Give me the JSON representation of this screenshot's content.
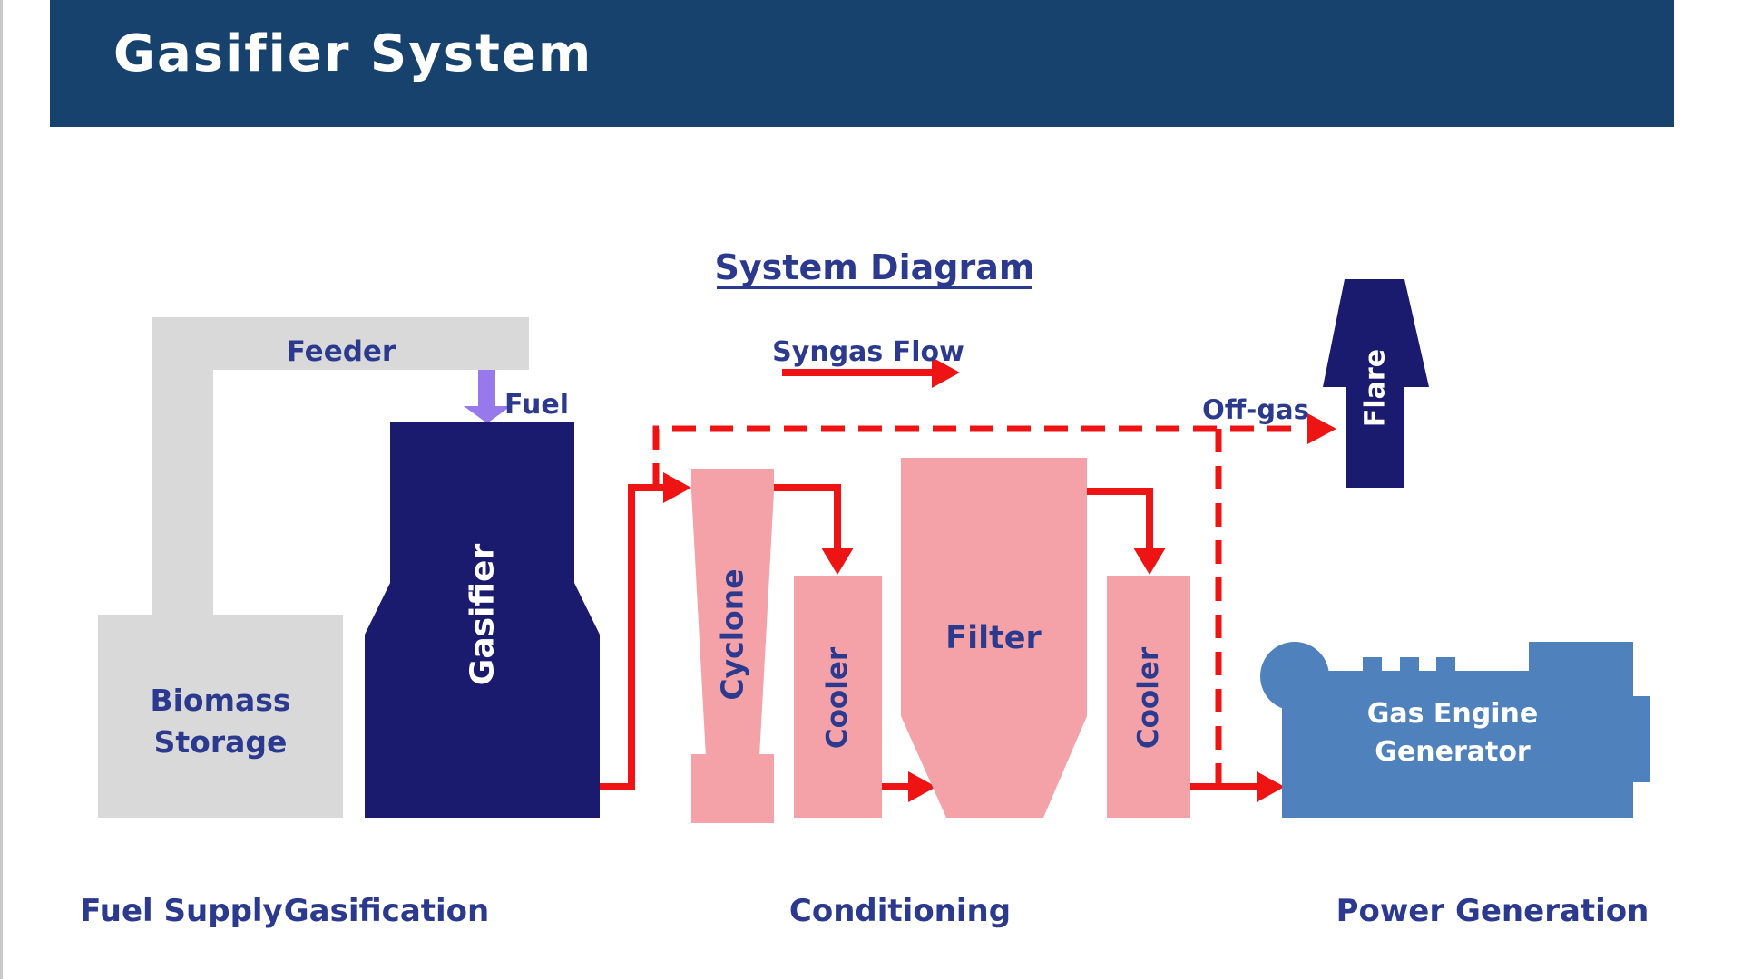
{
  "header": {
    "title": "Gasifier System"
  },
  "diagram": {
    "title": "System Diagram",
    "legend": {
      "syngas_flow": "Syngas Flow",
      "offgas": "Off-gas",
      "fuel": "Fuel"
    },
    "components": {
      "feeder": "Feeder",
      "biomass_storage_line1": "Biomass",
      "biomass_storage_line2": "Storage",
      "gasifier": "Gasifier",
      "cyclone": "Cyclone",
      "cooler_1": "Cooler",
      "filter": "Filter",
      "cooler_2": "Cooler",
      "flare": "Flare",
      "engine_line1": "Gas Engine",
      "engine_line2": "Generator"
    },
    "stages": [
      "Fuel Supply",
      "Gasification",
      "Conditioning",
      "Power Generation"
    ]
  },
  "colors": {
    "header_bar": "#17426E",
    "equipment_dark_navy": "#1A1A6E",
    "equipment_pink": "#F5A1A8",
    "equipment_gray": "#D9D9D9",
    "engine_blue": "#4F81BD",
    "flow_red": "#EE1414",
    "fuel_purple": "#9879EC",
    "text_navy": "#2B3A8F",
    "text_white": "#FFFFFF"
  }
}
